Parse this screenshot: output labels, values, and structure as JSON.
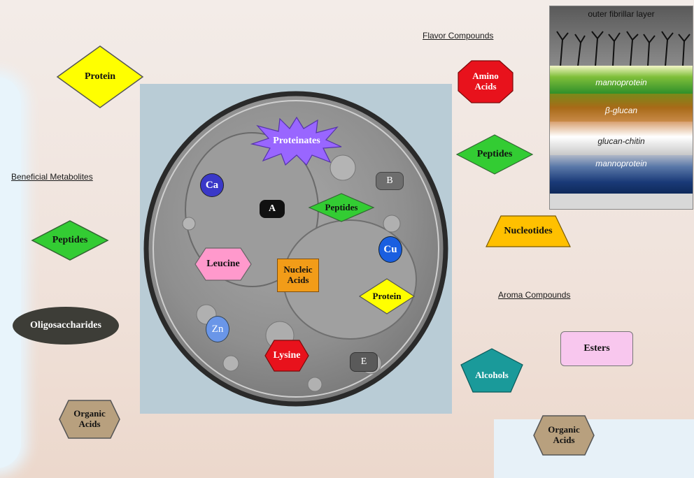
{
  "headings": {
    "beneficial": "Beneficial Metabolites",
    "flavor": "Flavor Compounds",
    "aroma": "Aroma Compounds"
  },
  "left": {
    "protein": "Protein",
    "peptides": "Peptides",
    "oligosaccharides": "Oligosaccharides",
    "organic_acids": "Organic Acids"
  },
  "right": {
    "amino_acids": "Amino Acids",
    "peptides": "Peptides",
    "nucleotides": "Nucleotides",
    "esters": "Esters",
    "alcohols": "Alcohols",
    "organic_acids": "Organic Acids"
  },
  "cell": {
    "proteinates": "Proteinates",
    "ca": "Ca",
    "b": "B",
    "a": "A",
    "peptides": "Peptides",
    "cu": "Cu",
    "leucine": "Leucine",
    "nucleic_acids": "Nucleic Acids",
    "protein": "Protein",
    "zn": "Zn",
    "lysine": "Lysine",
    "e": "E"
  },
  "wall": {
    "outer": "outer fibrillar layer",
    "mannoprotein1": "mannoprotein",
    "glucan": "β-glucan",
    "glucan_chitin": "glucan-chitin",
    "mannoprotein2": "mannoprotein"
  },
  "colors": {
    "yellow": "#ffff00",
    "green": "#33cc33",
    "dark": "#3d3d37",
    "tan": "#b8a07e",
    "red": "#e8121c",
    "orange": "#ffc000",
    "pink": "#f8c7ee",
    "teal": "#1a9a9a",
    "purple": "#9966ff",
    "blue": "#3a38c8",
    "cu_blue": "#1a5fe0",
    "zn_blue": "#6a96e8",
    "leucine_pink": "#ff99cc"
  }
}
